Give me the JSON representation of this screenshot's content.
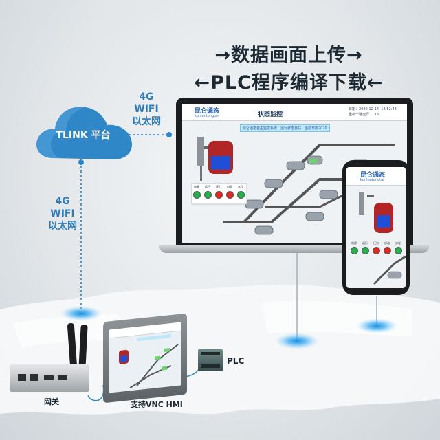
{
  "headline": {
    "line1": "→数据画面上传→",
    "line2": "←PLC程序编译下载←"
  },
  "cloud": {
    "label": "TLINK 平台",
    "color": "#2f87c8"
  },
  "connections": {
    "top": {
      "line1": "4G",
      "line2": "WIFI",
      "line3": "以太网"
    },
    "left": {
      "line1": "4G",
      "line2": "WIFI",
      "line3": "以太网"
    }
  },
  "laptop_screen": {
    "logo": "昆仑通态",
    "logo_sub": "kunluntongtai",
    "title": "状态监控",
    "date_label": "日期：",
    "date": "2020-12-14",
    "time": "18:52:48",
    "status_label": "重新一路运行",
    "status_value": "16",
    "ticker": "昆仑通态自主监控系统，运行状态良好！当前日期2020",
    "lamp_labels": [
      "电源",
      "运行",
      "压力",
      "自动",
      "水位"
    ]
  },
  "phone_screen": {
    "logo": "昆仑通态",
    "logo_sub": "kunluntongtai",
    "lamp_labels": [
      "电源",
      "运行",
      "压力",
      "自动",
      "水位"
    ]
  },
  "devices": {
    "hmi_label": "支持VNC HMI",
    "gateway_label": "网关",
    "plc_label": "PLC"
  },
  "colors": {
    "accent": "#2f87c8",
    "lamp_red": "#e0281e",
    "lamp_green": "#22b04a",
    "tank_red": "#b32626"
  }
}
